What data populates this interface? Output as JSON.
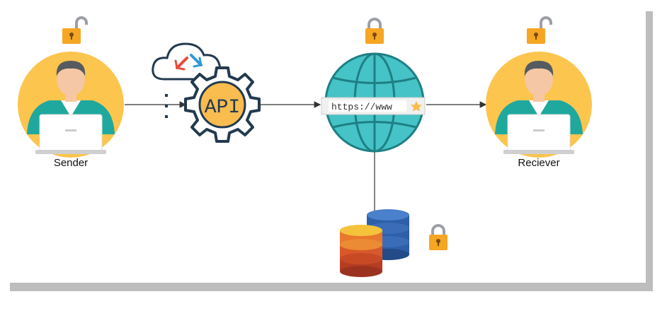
{
  "nodes": {
    "sender": {
      "label": "Sender",
      "lock_state": "unlocked"
    },
    "api": {
      "text": "API",
      "lock_state": "none"
    },
    "internet": {
      "url_text": "https://www",
      "lock_state": "locked"
    },
    "receiver": {
      "label": "Reciever",
      "lock_state": "unlocked"
    },
    "database": {
      "lock_state": "locked"
    }
  },
  "icons": [
    "padlock-open-icon",
    "user-laptop-icon",
    "cloud-sync-icon",
    "api-gear-icon",
    "globe-icon",
    "database-icon",
    "padlock-closed-icon",
    "star-icon"
  ],
  "colors": {
    "person_circle": "#FBC54E",
    "lock_body": "#F5A623",
    "lock_shackle": "#9CA0A6",
    "globe": "#45C3C6",
    "gear_outline": "#223A4F",
    "api_fill": "#F9BC4F",
    "db_blue": "#2E5FA8",
    "db_orange": "#E8782D"
  }
}
